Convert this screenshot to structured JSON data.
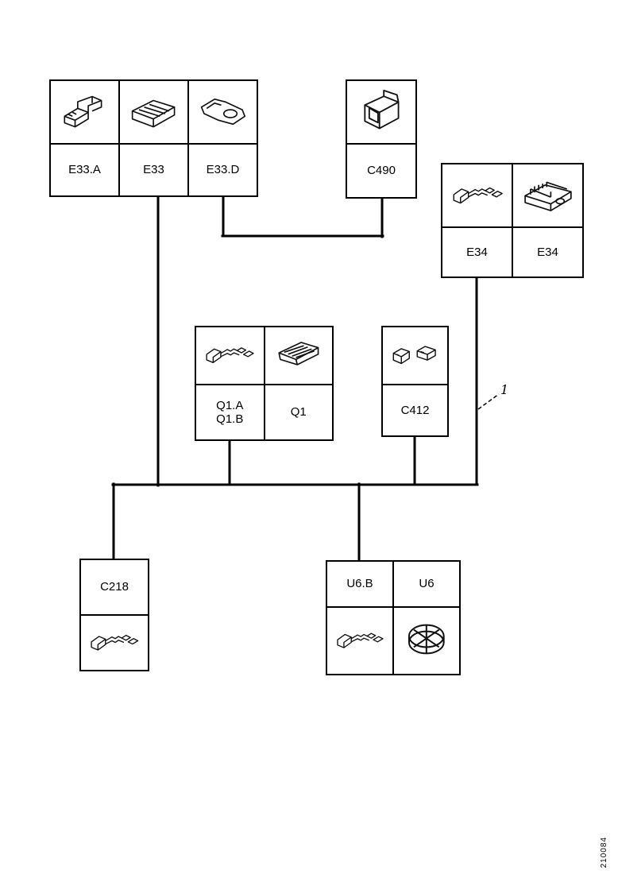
{
  "page": {
    "callout_label": "1",
    "doc_number": "210084"
  },
  "groups": {
    "e33": {
      "cells": [
        {
          "label": "E33.A",
          "icon": "connector-with-lever-icon"
        },
        {
          "label": "E33",
          "icon": "connector-housing-icon"
        },
        {
          "label": "E33.D",
          "icon": "bracket-connector-icon"
        }
      ]
    },
    "c490": {
      "cells": [
        {
          "label": "C490",
          "icon": "connector-plug-icon"
        }
      ]
    },
    "e34": {
      "cells": [
        {
          "label": "E34",
          "icon": "crimp-terminal-icon"
        },
        {
          "label": "E34",
          "icon": "finned-connector-icon"
        }
      ]
    },
    "q1": {
      "cells": [
        {
          "label": "Q1.A\nQ1.B",
          "icon": "crimp-terminal-icon"
        },
        {
          "label": "Q1",
          "icon": "connector-housing-icon"
        }
      ]
    },
    "c412": {
      "cells": [
        {
          "label": "C412",
          "icon": "connector-pair-icon"
        }
      ]
    },
    "c218": {
      "cells": [
        {
          "label": "C218",
          "icon": "crimp-terminal-icon"
        }
      ]
    },
    "u6": {
      "cells": [
        {
          "label": "U6.B",
          "icon": "crimp-terminal-icon"
        },
        {
          "label": "U6",
          "icon": "grommet-icon"
        }
      ]
    }
  }
}
